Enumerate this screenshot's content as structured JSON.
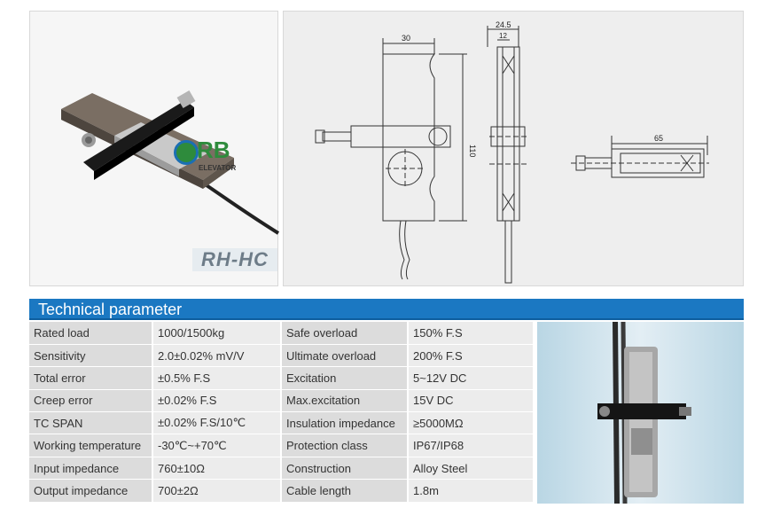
{
  "product_photo": {
    "logo_text": "RB",
    "logo_sub": "ELEVATOR",
    "model_label": "RH-HC"
  },
  "drawing": {
    "dimensions": {
      "front_width": "30",
      "front_height": "110",
      "side_width": "24.5",
      "side_inner": "12",
      "top_length": "65"
    }
  },
  "section": {
    "title": "Technical parameter"
  },
  "parameters": [
    {
      "label": "Rated load",
      "value": "1000/1500kg",
      "label2": "Safe overload",
      "value2": "150% F.S"
    },
    {
      "label": "Sensitivity",
      "value": "2.0±0.02% mV/V",
      "label2": "Ultimate overload",
      "value2": "200% F.S"
    },
    {
      "label": "Total error",
      "value": "±0.5% F.S",
      "label2": "Excitation",
      "value2": "5~12V DC"
    },
    {
      "label": "Creep error",
      "value": "±0.02% F.S",
      "label2": "Max.excitation",
      "value2": "15V DC"
    },
    {
      "label": "TC SPAN",
      "value": "±0.02% F.S/10℃",
      "label2": "Insulation impedance",
      "value2": "≥5000MΩ"
    },
    {
      "label": "Working temperature",
      "value": "-30℃~+70℃",
      "label2": "Protection class",
      "value2": "IP67/IP68"
    },
    {
      "label": "Input impedance",
      "value": "760±10Ω",
      "label2": "Construction",
      "value2": "Alloy Steel"
    },
    {
      "label": "Output impedance",
      "value": "700±2Ω",
      "label2": "Cable length",
      "value2": "1.8m"
    }
  ],
  "colors": {
    "header": "#1b78c2",
    "label_cell": "#dcdcdc",
    "value_cell": "#ececec",
    "logo_green": "#2e8b3c",
    "logo_blue": "#1b6fb3"
  }
}
